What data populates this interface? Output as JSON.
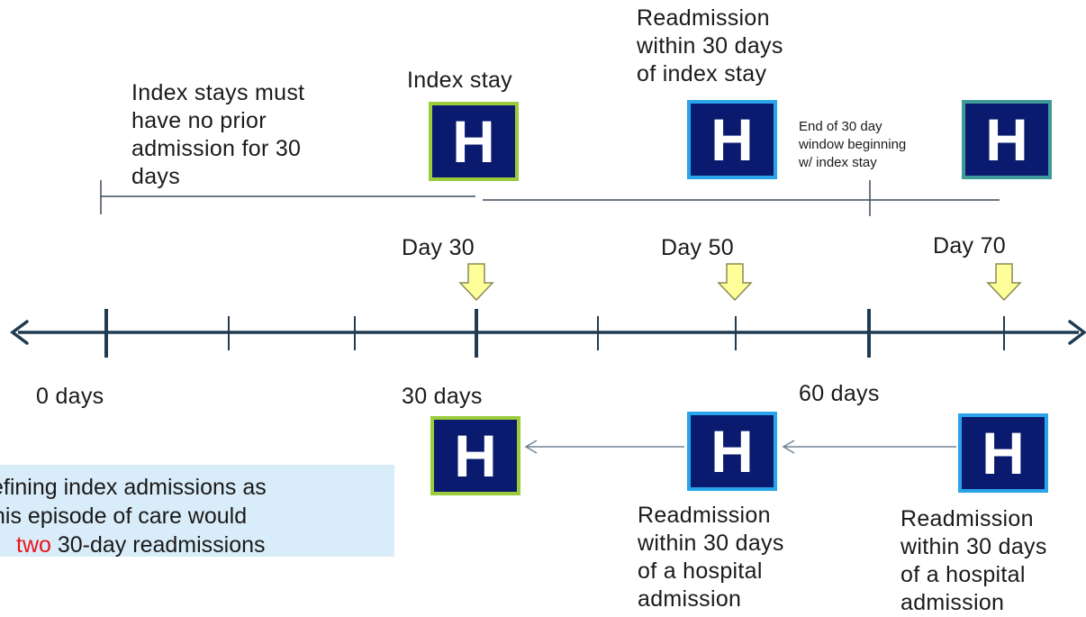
{
  "top_labels": {
    "prior_admission_note": [
      "Index stays must",
      "have no prior",
      "admission for 30",
      "days"
    ],
    "index_stay": "Index stay",
    "readmission_index": [
      "Readmission",
      "within 30 days",
      "of index stay"
    ],
    "window_end_note": [
      "End of 30 day",
      "window beginning",
      "w/ index stay"
    ]
  },
  "day_markers": [
    "Day 30",
    "Day 50",
    "Day 70"
  ],
  "axis_labels": [
    "0 days",
    "30 days",
    "60 days"
  ],
  "hospital_icon_letter": "H",
  "bottom_labels": {
    "readmission_a": [
      "Readmission",
      "within 30 days",
      "of a hospital",
      "admission"
    ],
    "readmission_b": [
      "Readmission",
      "within 30 days",
      "of a hospital",
      "admission"
    ]
  },
  "callout": {
    "line1": "efining index admissions as",
    "line2": "his episode of care would",
    "line3_highlight": "two",
    "line3_rest": " 30-day readmissions"
  },
  "colors": {
    "hospital_fill": "#0a1a6e",
    "border_green": "#9ccc3c",
    "border_blue": "#2aa4e8",
    "border_teal": "#3f9a9a",
    "arrow_yellow": "#ffff99",
    "timeline": "#1f3b52",
    "callout_bg": "#d9ecf9",
    "highlight_red": "#e8141b"
  }
}
